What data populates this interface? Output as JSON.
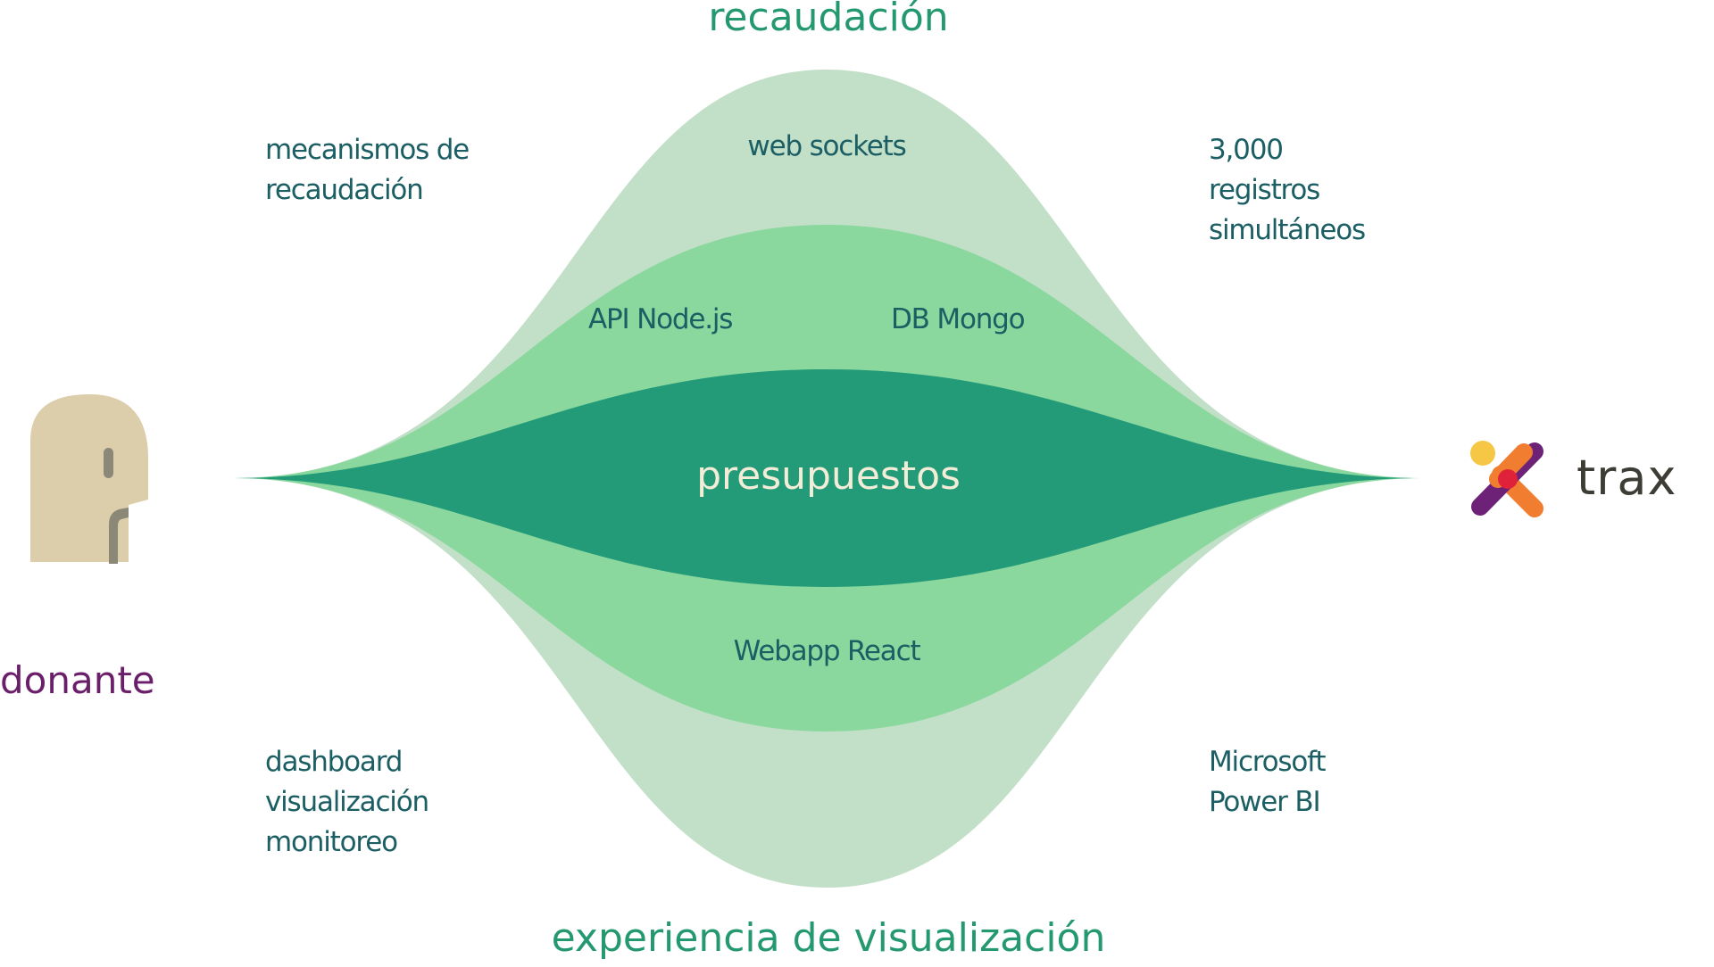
{
  "diagram": {
    "title_top": "recaudación",
    "title_bottom": "experiencia de visualización",
    "core_label": "presupuestos",
    "left_actor": {
      "label": "donante",
      "icon": "person-head-icon"
    },
    "right_actor": {
      "label": "trax",
      "icon": "trax-logo-icon"
    },
    "outer_band_labels": {
      "top_center": "web sockets",
      "bottom_center": "Webapp React"
    },
    "middle_band_labels": {
      "left": "API Node.js",
      "right": "DB Mongo"
    },
    "notes": {
      "top_left": [
        "mecanismos de",
        "recaudación"
      ],
      "top_right": [
        "3,000",
        "registros",
        "simultáneos"
      ],
      "bottom_left": [
        "dashboard",
        "visualización",
        "monitoreo"
      ],
      "bottom_right": [
        "Microsoft",
        "Power BI"
      ]
    },
    "colors": {
      "outer_band": "#c2dfc8",
      "middle_band": "#8ad89e",
      "core_band": "#249b78",
      "heading": "#24996f",
      "note_text": "#1b5e63",
      "core_text": "#f3ecd6",
      "donor": "#6b1f6a",
      "head": "#dccdab",
      "head_detail": "#8c8878",
      "brand_text": "#3d3c35",
      "logo_yellow": "#f6c744",
      "logo_orange": "#f07d30",
      "logo_purple": "#6e2277",
      "logo_red": "#e0213a"
    }
  }
}
